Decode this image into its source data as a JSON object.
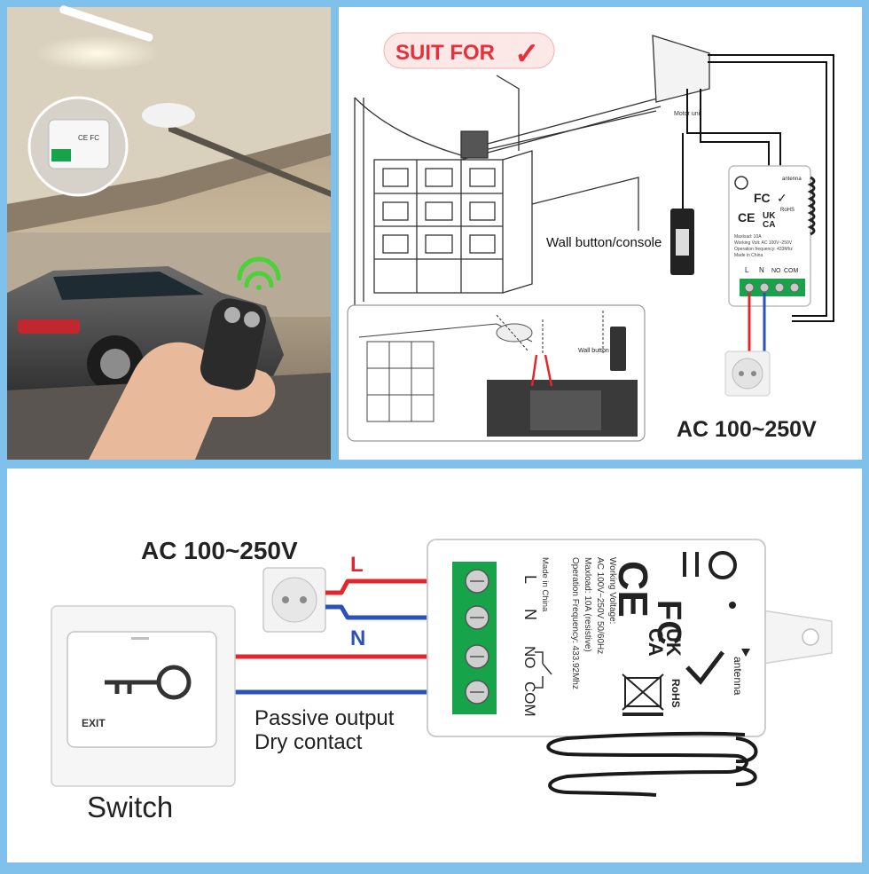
{
  "top_panel": {
    "suit_badge": {
      "text": "SUIT FOR",
      "check": "✓"
    },
    "labels": {
      "motor_unit": "Motor unit",
      "wall_button_console": "Wall button/console",
      "wall_button_small": "Wall button",
      "ac_voltage": "AC 100~250V",
      "antenna": "antenna"
    },
    "module_small": {
      "specs": [
        "Maxload: 10A",
        "Working Volt: AC 100V~250V",
        "Operation frequency: 433Mhz",
        "Made in China"
      ],
      "terminals": [
        "L",
        "N",
        "NO",
        "COM"
      ]
    }
  },
  "bottom_panel": {
    "ac_voltage": "AC 100~250V",
    "wire_L": "L",
    "wire_N": "N",
    "exit_label": "EXIT",
    "switch_label": "Switch",
    "passive_line1": "Passive output",
    "passive_line2": "Dry contact",
    "module": {
      "terminals": [
        "L",
        "N",
        "NO",
        "COM"
      ],
      "specs": [
        "Working Voltage:",
        "AC 100V~250V 50/60Hz",
        "Maxload: 10A (resistive)",
        "Operation Frequency: 433.92Mhz",
        "Made in China"
      ],
      "antenna": "antenna",
      "marks": {
        "ce": "CE",
        "fc": "FC",
        "ukca_top": "UK",
        "ukca_bottom": "CA",
        "rohs": "RoHS"
      }
    }
  },
  "colors": {
    "frame": "#7fc1ea",
    "badge": "#e8303a",
    "wire_red": "#e1262d",
    "wire_blue": "#2a52b8",
    "terminal_green": "#17a34a"
  }
}
